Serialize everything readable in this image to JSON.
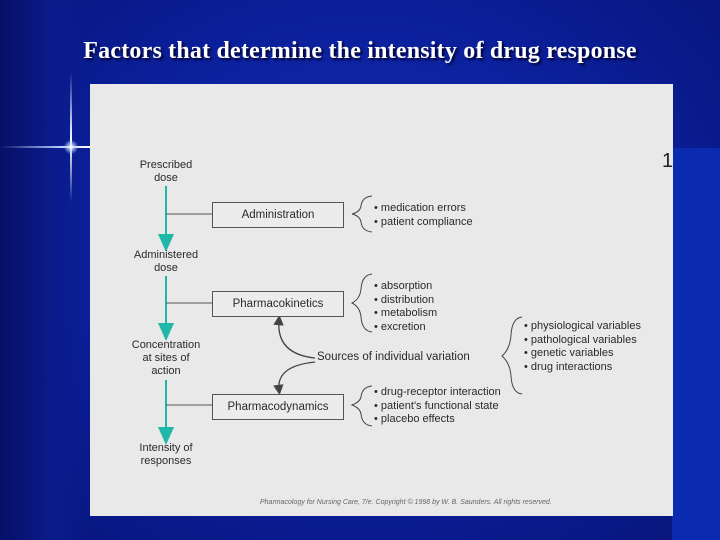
{
  "title": "Factors that determine the intensity of drug response",
  "figure": {
    "page_number": "1",
    "chain": [
      "Prescribed dose",
      "Administered dose",
      "Concentration at sites of action",
      "Intensity of responses"
    ],
    "chain_lines": [
      [
        "Prescribed",
        "dose"
      ],
      [
        "Administered",
        "dose"
      ],
      [
        "Concentration",
        "at sites of",
        "action"
      ],
      [
        "Intensity of",
        "responses"
      ]
    ],
    "boxes": {
      "administration": "Administration",
      "pharmacokinetics": "Pharmacokinetics",
      "pharmacodynamics": "Pharmacodynamics"
    },
    "administration_factors": [
      "medication errors",
      "patient compliance"
    ],
    "pharmacokinetics_factors": [
      "absorption",
      "distribution",
      "metabolism",
      "excretion"
    ],
    "pharmacodynamics_factors": [
      "drug-receptor interaction",
      "patient's functional state",
      "placebo effects"
    ],
    "sources_label": "Sources of individual variation",
    "variation_sources": [
      "physiological variables",
      "pathological variables",
      "genetic variables",
      "drug interactions"
    ],
    "footer": "Pharmacology for Nursing Care, 7/e. Copyright © 1998 by W. B. Saunders. All rights reserved."
  },
  "colors": {
    "background": "#0b1f9a",
    "arrow": "#1fb8a8",
    "panel": "#e9e9e9"
  }
}
